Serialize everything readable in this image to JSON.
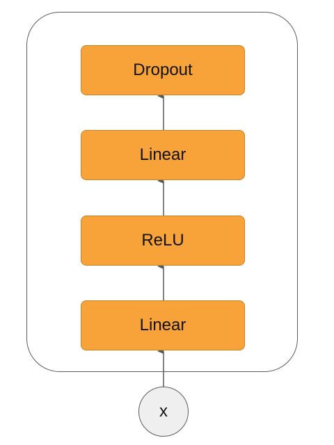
{
  "diagram": {
    "layers": [
      {
        "id": "linear-1",
        "label": "Linear"
      },
      {
        "id": "relu",
        "label": "ReLU"
      },
      {
        "id": "linear-2",
        "label": "Linear"
      },
      {
        "id": "dropout",
        "label": "Dropout"
      }
    ],
    "input": {
      "label": "x"
    },
    "colors": {
      "layer_fill": "#f7a33a",
      "layer_border": "#c9811f",
      "input_fill": "#efefef",
      "stroke": "#5a5a5a"
    }
  }
}
